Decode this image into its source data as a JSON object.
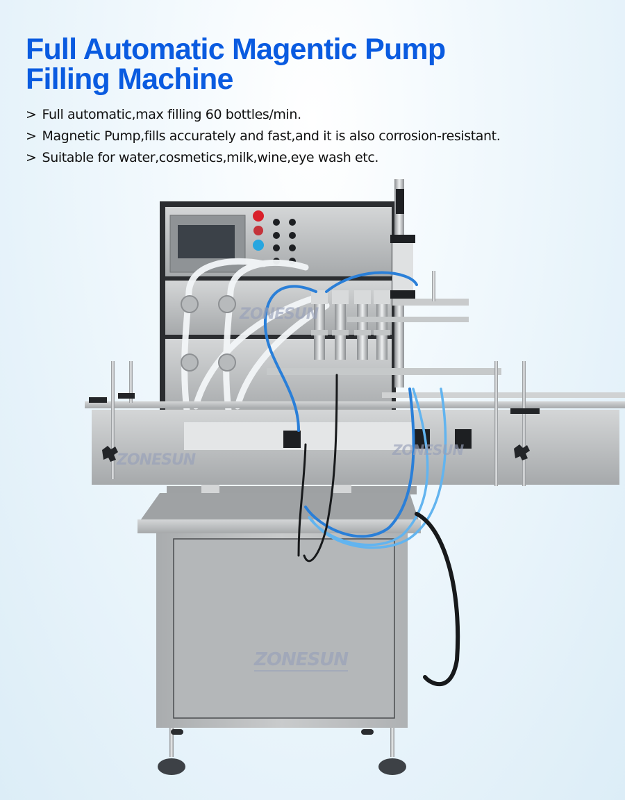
{
  "headline": {
    "line1": "Full Automatic Magentic Pump",
    "line2": "Filling Machine",
    "color": "#0a5be0"
  },
  "features": [
    {
      "marker": ">",
      "text": "Full automatic,max filling 60 bottles/min."
    },
    {
      "marker": ">",
      "text": "Magnetic Pump,fills accurately and fast,and it is also corrosion-resistant."
    },
    {
      "marker": ">",
      "text": "Suitable for water,cosmetics,milk,wine,eye wash etc."
    }
  ],
  "product_image": {
    "subject": "4-nozzle magnetic pump filling machine with conveyor",
    "watermarks": [
      "ZONESUN",
      "ZONESUN",
      "ZONESUN",
      "ZONESUN"
    ],
    "control_panel": {
      "buttons": [
        "red-stop",
        "emergency-stop",
        "blue-start"
      ],
      "switch_count": 8
    },
    "nozzle_count": 4,
    "colors": {
      "steel": "#b9bcbe",
      "tubing_blue": "#2a7fd8",
      "frame_dark": "#2b2d30"
    }
  }
}
